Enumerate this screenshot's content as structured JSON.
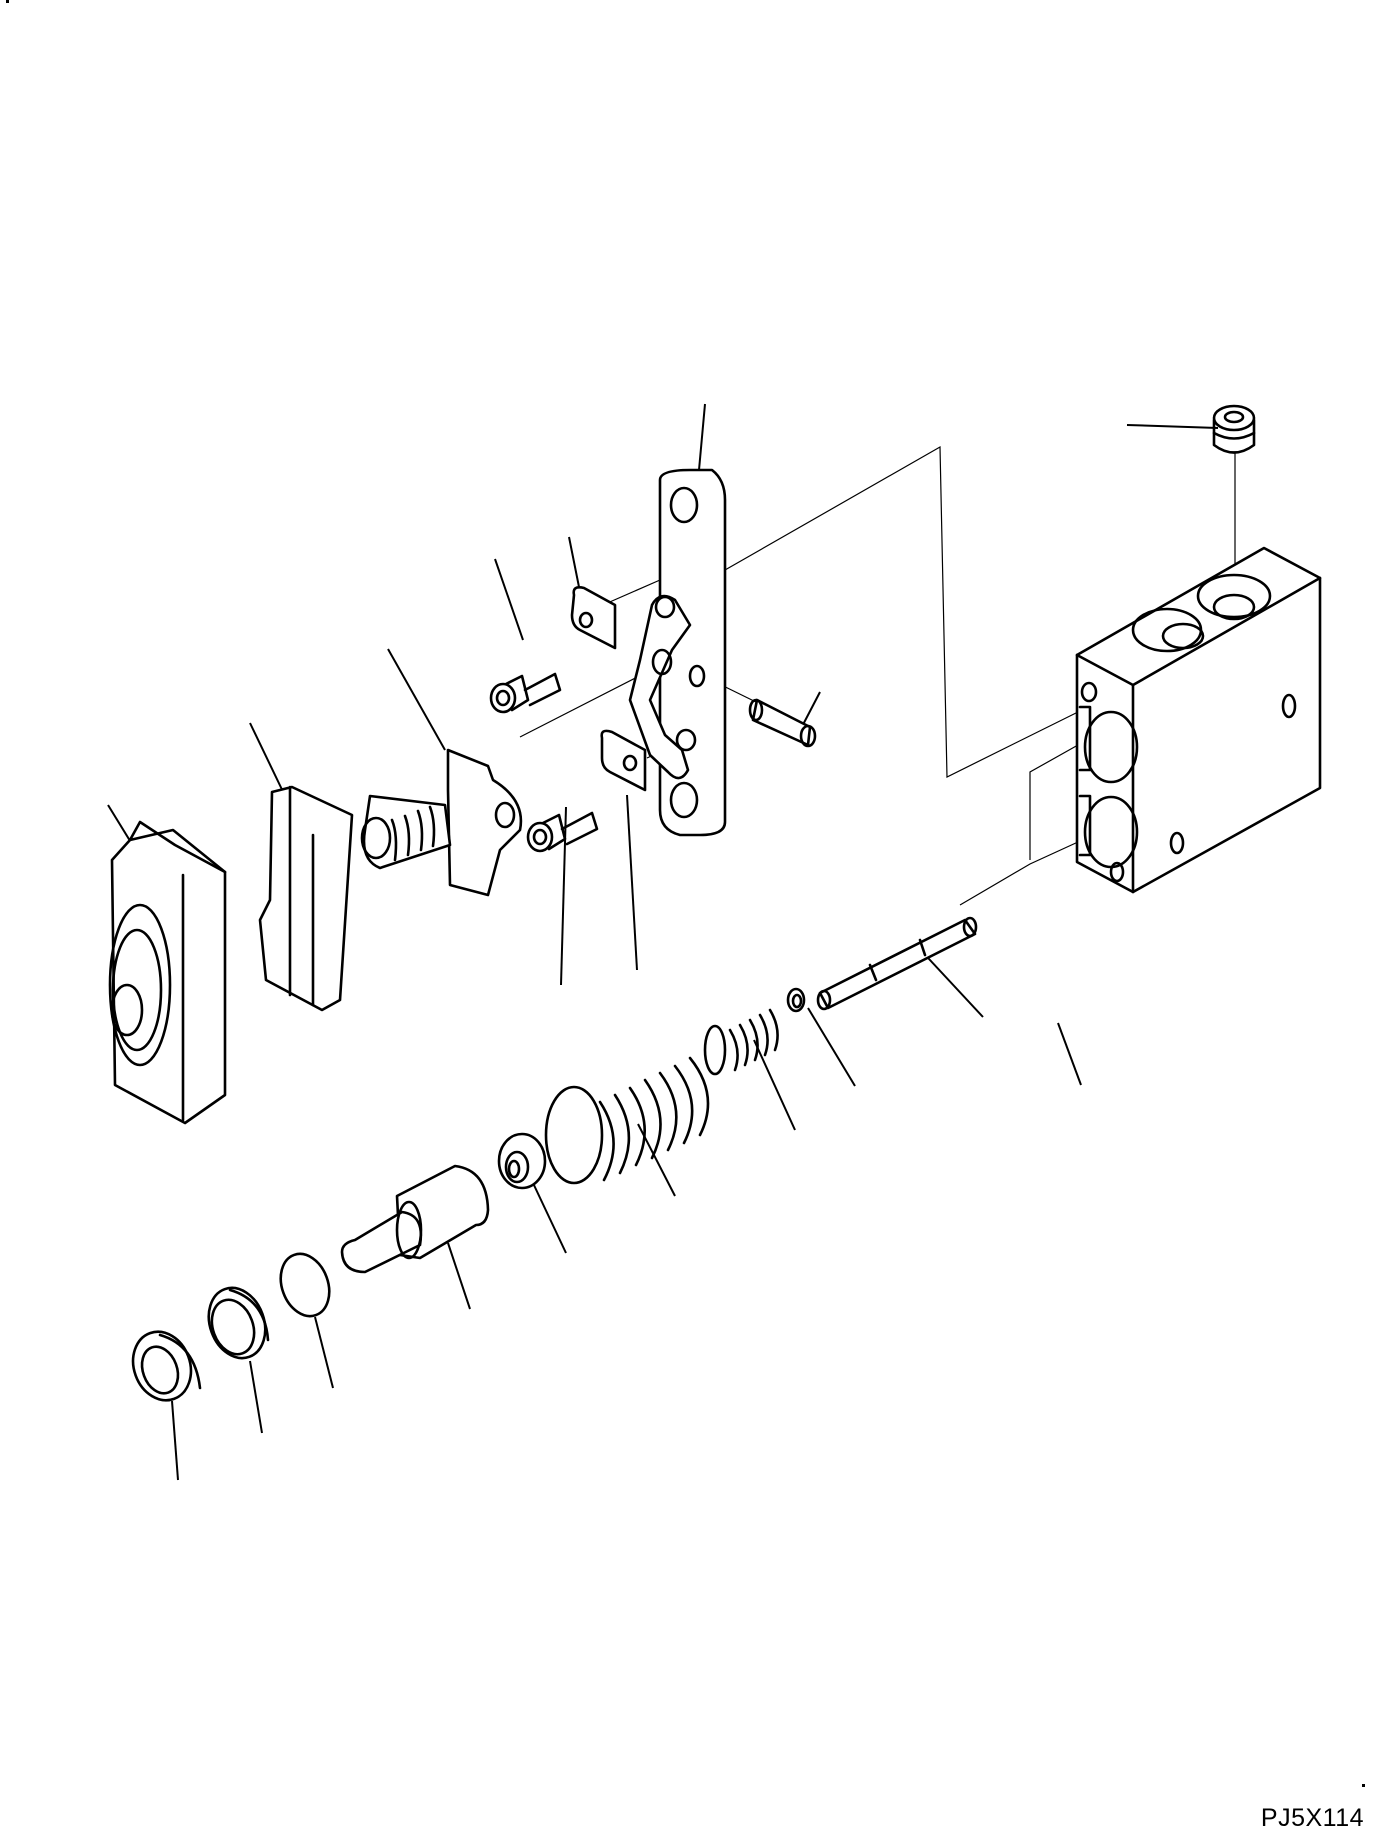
{
  "diagram": {
    "type": "exploded-parts-view",
    "drawing_code": "PJ5X114",
    "colors": {
      "line": "#000000",
      "background": "#ffffff"
    },
    "parts": [
      {
        "id": "plug",
        "label": "plug-icon"
      },
      {
        "id": "valve-body",
        "label": "valve-body-icon"
      },
      {
        "id": "cover-plate",
        "label": "cover-plate-icon"
      },
      {
        "id": "clip",
        "label": "clip-icon"
      },
      {
        "id": "shim-upper",
        "label": "shim-icon"
      },
      {
        "id": "shim-lower",
        "label": "shim-icon"
      },
      {
        "id": "bolt-upper",
        "label": "bolt-icon"
      },
      {
        "id": "bolt-lower",
        "label": "bolt-icon"
      },
      {
        "id": "pin",
        "label": "pin-icon"
      },
      {
        "id": "detent-shaft",
        "label": "detent-shaft-icon"
      },
      {
        "id": "boot-cover",
        "label": "boot-cover-icon"
      },
      {
        "id": "cap-block",
        "label": "cap-block-icon"
      },
      {
        "id": "spool",
        "label": "spool-icon"
      },
      {
        "id": "washer-small",
        "label": "washer-icon"
      },
      {
        "id": "spring-small",
        "label": "spring-icon"
      },
      {
        "id": "spring-large",
        "label": "spring-icon"
      },
      {
        "id": "retainer",
        "label": "retainer-icon"
      },
      {
        "id": "piston",
        "label": "piston-icon"
      },
      {
        "id": "o-ring",
        "label": "o-ring-icon"
      },
      {
        "id": "collar",
        "label": "collar-icon"
      },
      {
        "id": "seal",
        "label": "seal-icon"
      }
    ]
  }
}
